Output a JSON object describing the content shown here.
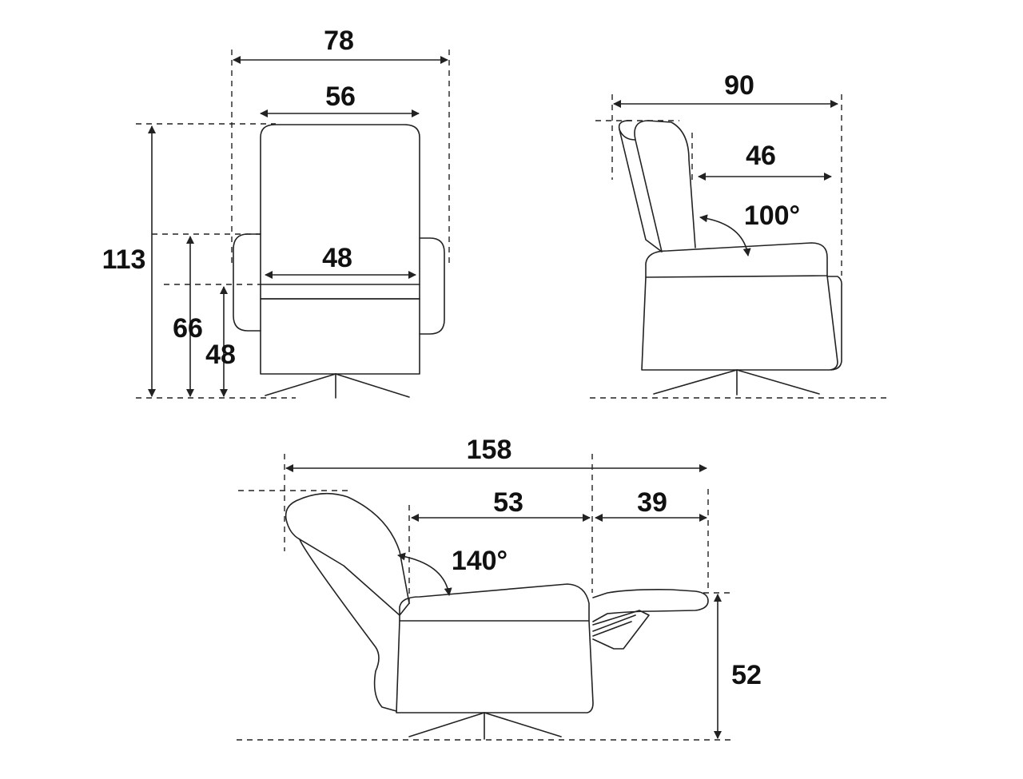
{
  "colors": {
    "line": "#222222",
    "text": "#111111",
    "background": "#ffffff"
  },
  "front_view": {
    "width_outer": "78",
    "width_back": "56",
    "width_seat": "48",
    "height_total": "113",
    "height_armrest": "66",
    "height_seat": "48"
  },
  "side_view": {
    "depth_total": "90",
    "depth_seat": "46",
    "backrest_angle": "100°"
  },
  "reclined_view": {
    "length_total": "158",
    "length_seat": "53",
    "length_footrest": "39",
    "backrest_angle": "140°",
    "footrest_height": "52"
  }
}
